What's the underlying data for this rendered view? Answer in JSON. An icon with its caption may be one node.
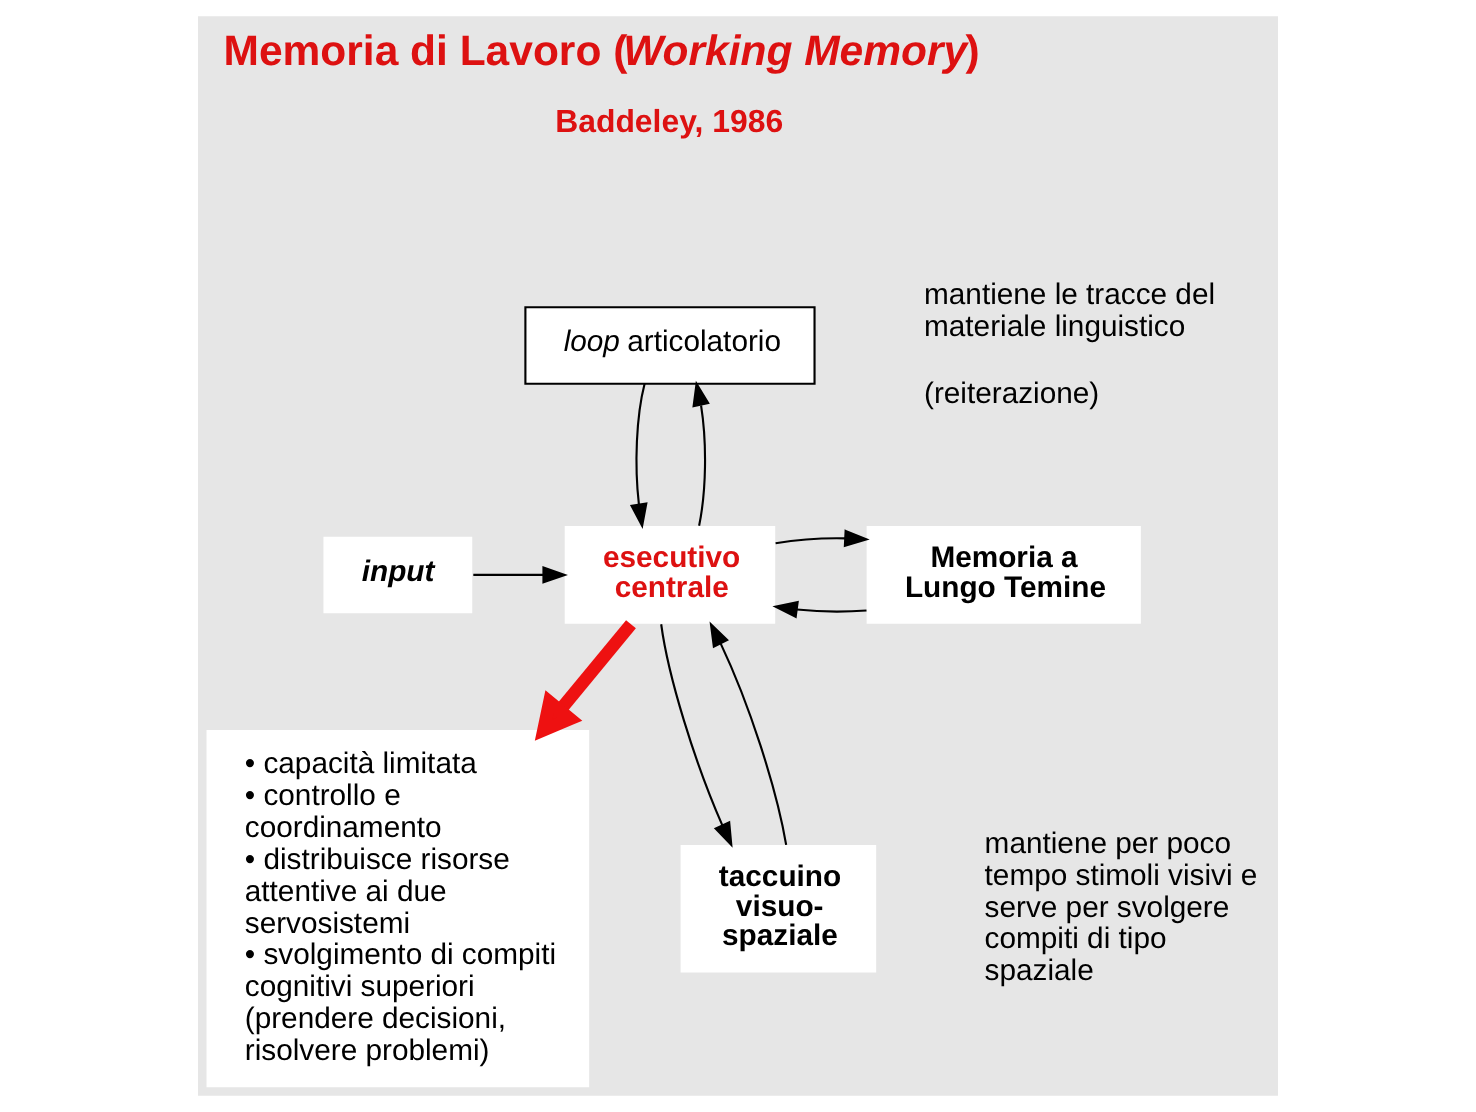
{
  "diagram": {
    "title": "Memoria di Lavoro (*Working Memory*)",
    "nodes": [
      {
        "text": [
          "*loop* articolatorio"
        ],
        "beside": [
          "mantiene le tracce del materiale linguistico",
          "(reiterazione)"
        ]
      },
      {
        "text": [
          "input"
        ]
      },
      {
        "text": [
          "esecutivo centrale"
        ]
      },
      {
        "text": [
          "Memoria a Lungo Temine"
        ]
      },
      {
        "text": [
          "• capacità limitata",
          "• controllo e coordinamento",
          "• distribuisce risorse attentive ai due servosistemi",
          "• svolgimento di compiti cognitivi superiori (prendere decisioni, risolvere problemi)"
        ]
      },
      {
        "text": [
          "taccuino visuo-spaziale"
        ],
        "beside": [
          "mantiene per poco tempo stimoli visivi e serve per svolgere compiti di tipo spaziale"
        ]
      }
    ],
    "edges": [
      {
        "from": 2,
        "to": 0,
        "arrow": "to"
      },
      {
        "from": 0,
        "to": 2,
        "arrow": "to"
      },
      {
        "from": 1,
        "to": 2,
        "arrow": "to"
      },
      {
        "from": 3,
        "to": 2,
        "arrow": "to"
      },
      {
        "from": 2,
        "to": 3,
        "arrow": "to"
      },
      {
        "from": 2,
        "to": 5,
        "arrow": "to"
      },
      {
        "from": 5,
        "to": 2,
        "arrow": "to"
      },
      {
        "from": 2,
        "to": 4,
        "arrow": "to",
        "style": "thick",
        "color": "#ee1111"
      }
    ],
    "labels": [
      "Baddeley, 1986"
    ]
  }
}
